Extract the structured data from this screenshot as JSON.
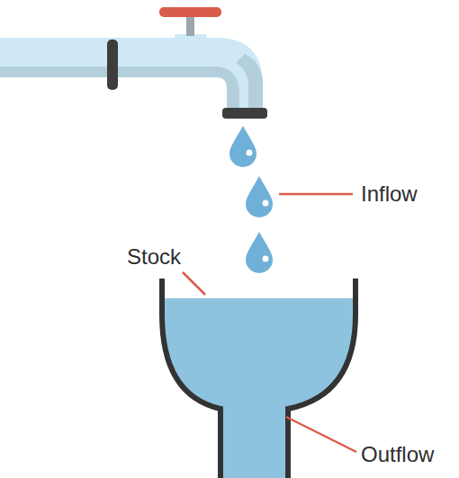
{
  "diagram": {
    "labels": [
      "Inflow",
      "Stock",
      "Outflow"
    ]
  }
}
